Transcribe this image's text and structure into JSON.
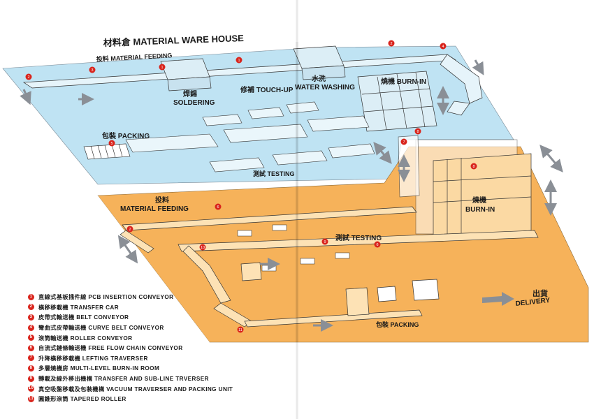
{
  "title": "材料倉 MATERIAL WARE HOUSE",
  "upper_floor": {
    "feeding_label": "投料 MATERIAL FEEDING",
    "soldering_cn": "焊錫",
    "soldering_en": "SOLDERING",
    "touchup_label": "修補 TOUCH-UP",
    "washing_cn": "水洗",
    "washing_en": "WATER WASHING",
    "burnin_label": "燒機 BURN-IN",
    "packing_label": "包裝 PACKING",
    "testing_label": "測試 TESTING"
  },
  "lower_floor": {
    "feeding_cn": "投料",
    "feeding_en": "MATERIAL FEEDING",
    "testing_label": "測試 TESTING",
    "burnin_cn": "燒機",
    "burnin_en": "BURN-IN",
    "packing_label": "包裝 PACKING",
    "delivery_cn": "出貨",
    "delivery_en": "DELIVERY"
  },
  "legend": [
    {
      "num": "1",
      "text": "直線式基板插件線 PCB INSERTION CONVEYOR"
    },
    {
      "num": "2",
      "text": "橫移移載機 TRANSFER CAR"
    },
    {
      "num": "3",
      "text": "皮帶式輸送機 BELT CONVEYOR"
    },
    {
      "num": "4",
      "text": "彎曲式皮帶輸送機 CURVE BELT CONVEYOR"
    },
    {
      "num": "5",
      "text": "滾筒輸送機 ROLLER CONVEYOR"
    },
    {
      "num": "6",
      "text": "自流式鏈條輸送機 FREE FLOW CHAIN CONVEYOR"
    },
    {
      "num": "7",
      "text": "升降橫移移載機 LEFTING TRAVERSER"
    },
    {
      "num": "8",
      "text": "多層燒機房 MULTI-LEVEL BURN-IN ROOM"
    },
    {
      "num": "9",
      "text": "轉載及線外移出機構 TRANSFER AND SUB-LINE TRVERSER"
    },
    {
      "num": "10",
      "text": "真空吸盤移載及包裝機構 VACUUM TRAVERSER AND PACKING UNIT"
    },
    {
      "num": "11",
      "text": "圓錐形滾筒 TAPERED ROLLER"
    }
  ],
  "colors": {
    "upper_floor": "#bfe3f3",
    "lower_floor": "#f6b25a",
    "marker": "#d9241c",
    "arrow": "#8a8f96"
  },
  "badges": [
    "1",
    "2",
    "3",
    "4",
    "5",
    "6",
    "7",
    "8",
    "9",
    "10",
    "11"
  ]
}
